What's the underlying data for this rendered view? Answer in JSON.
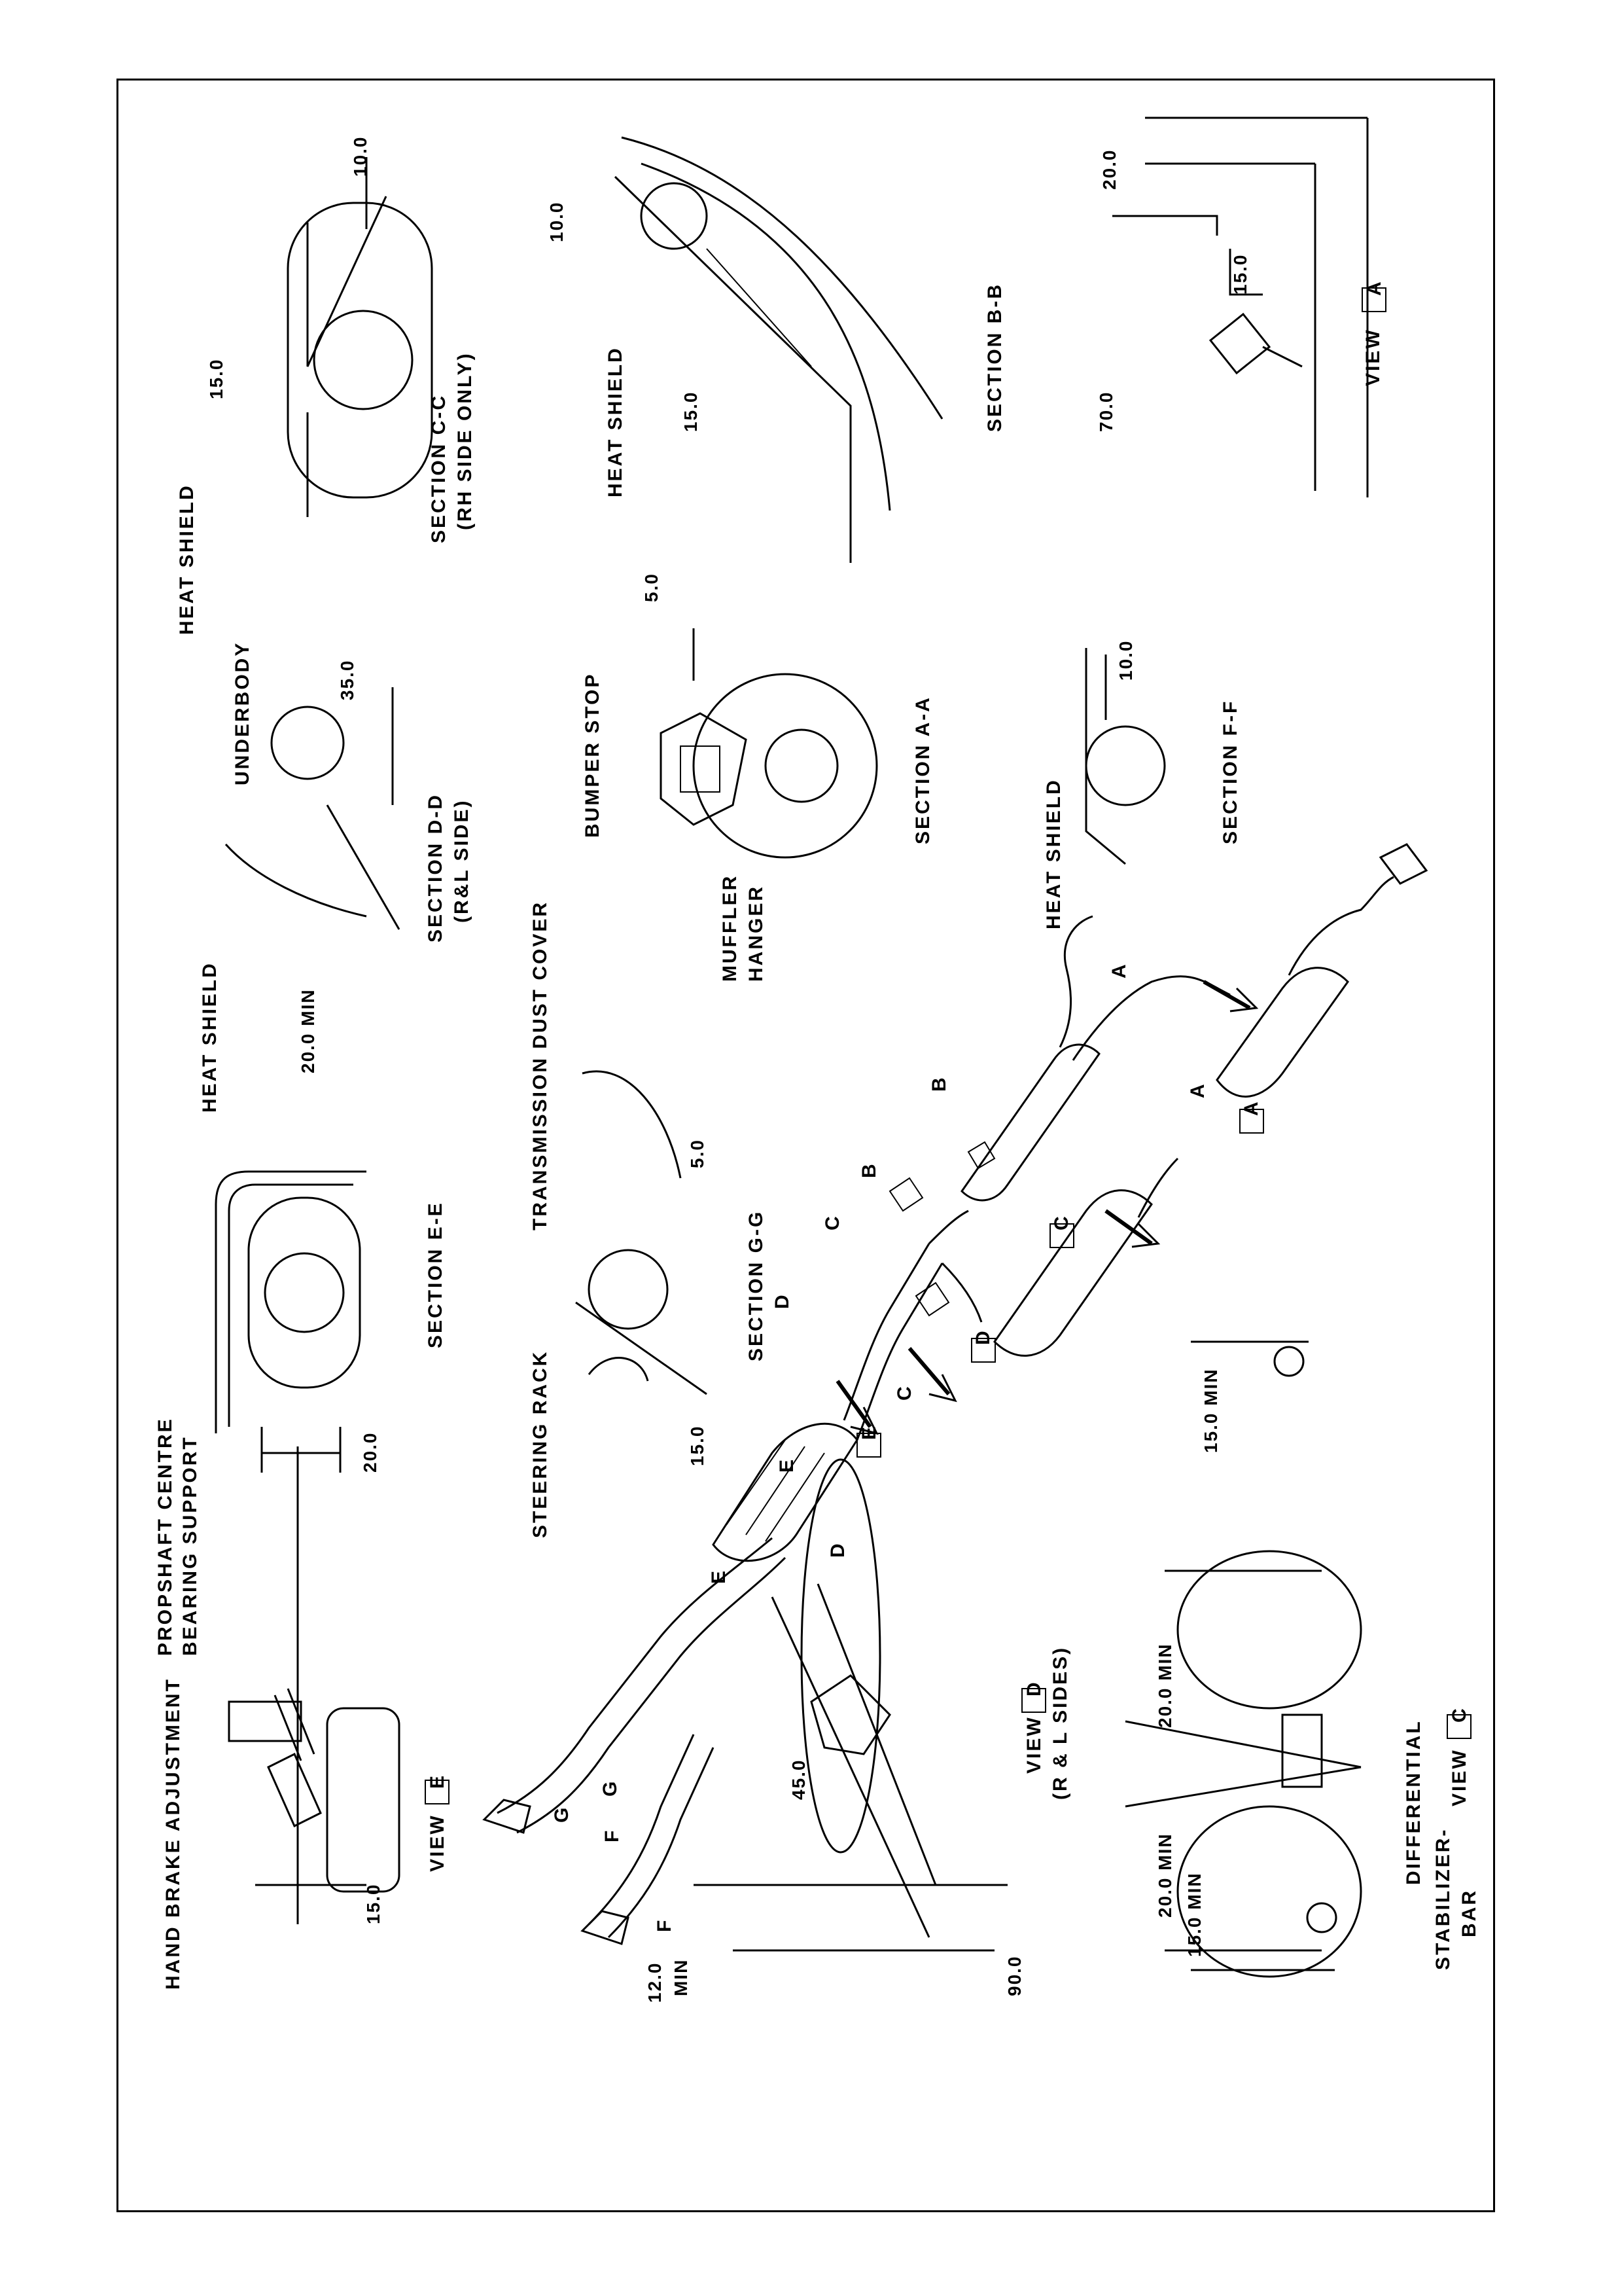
{
  "labels": {
    "hand_brake": "HAND BRAKE ADJUSTMENT",
    "propshaft_1": "PROPSHAFT CENTRE",
    "propshaft_2": "BEARING SUPPORT",
    "view_e": "VIEW",
    "view_e_box": "E",
    "heat_shield": "HEAT SHIELD",
    "section_ee": "SECTION E-E",
    "underbody": "UNDERBODY",
    "section_dd_1": "SECTION D-D",
    "section_dd_2": "(R&L SIDE)",
    "section_cc_1": "SECTION C-C",
    "section_cc_2": "(RH SIDE ONLY)",
    "steering_rack": "STEERING RACK",
    "transmission_dust_cover": "TRANSMISSION DUST COVER",
    "section_gg": "SECTION G-G",
    "bumper_stop": "BUMPER STOP",
    "muffler_hanger_1": "MUFFLER",
    "muffler_hanger_2": "HANGER",
    "section_aa": "SECTION A-A",
    "section_ff": "SECTION F-F",
    "section_bb": "SECTION B-B",
    "view_a": "VIEW",
    "view_a_box": "A",
    "view_d": "VIEW",
    "view_d_box": "D",
    "view_d_sub": "(R & L SIDES)",
    "view_c": "VIEW",
    "view_c_box": "C",
    "differential": "DIFFERENTIAL",
    "stabilizer_1": "STABILIZER-",
    "stabilizer_2": "BAR",
    "min": "MIN"
  },
  "dimensions": {
    "d_20": "20.0",
    "d_15": "15.0",
    "d_20min": "20.0 MIN",
    "d_35": "35.0",
    "d_10": "10.0",
    "d_5": "5.0",
    "d_70": "70.0",
    "d_45": "45.0",
    "d_12": "12.0",
    "d_90": "90.0",
    "d_15min": "15.0 MIN"
  },
  "callouts": {
    "A": "A",
    "B": "B",
    "C": "C",
    "D": "D",
    "E": "E",
    "F": "F",
    "G": "G"
  }
}
